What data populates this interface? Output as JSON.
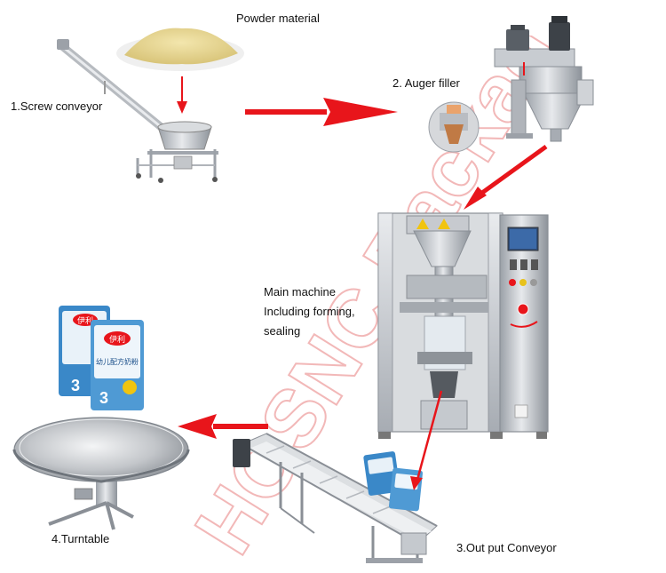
{
  "labels": {
    "powder": "Powder material",
    "screw": "1.Screw conveyor",
    "auger": "2.  Auger filler",
    "main_lines": [
      "Main machine",
      "Including forming,",
      "sealing"
    ],
    "turntable": "4.Turntable",
    "output": "3.Out put Conveyor"
  },
  "bag_print": {
    "brand": "伊利",
    "text": "幼儿配方奶粉",
    "stage": "3"
  },
  "watermark": {
    "text": "HOSNC Packaging",
    "color": "#f2b8b8"
  },
  "colors": {
    "arrow": "#e8151b",
    "steel": "#c9ccd1",
    "steel_dark": "#8a8f96",
    "bag_blue": "#3a88c8"
  }
}
